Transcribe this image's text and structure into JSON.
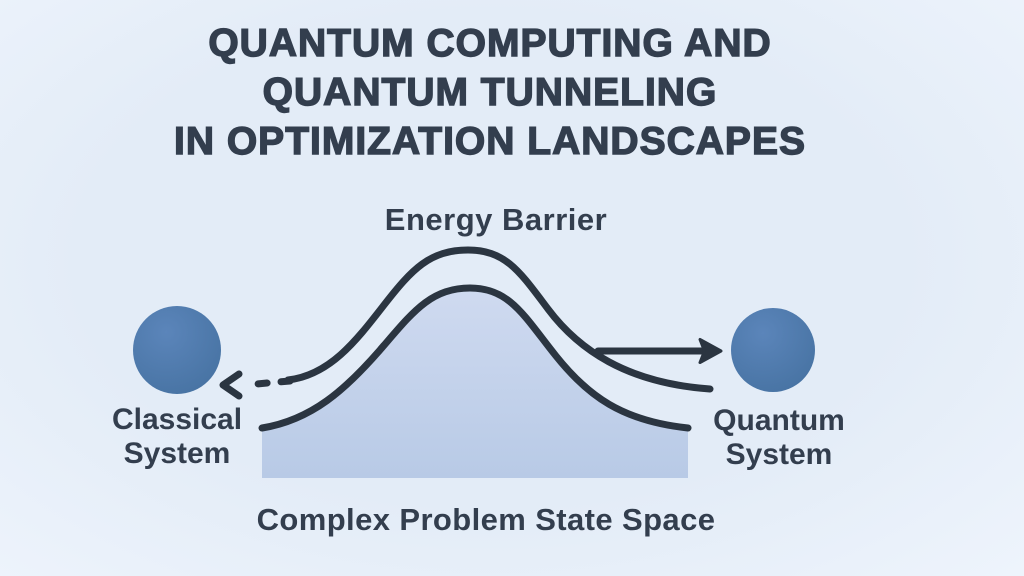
{
  "colors": {
    "bg-center": "#e3ecf7",
    "bg-edge": "#eef4fc",
    "ink": "#333e4e",
    "line": "#2b3541",
    "node-top": "#5b85ba",
    "node-bottom": "#44709f",
    "hill-top": "#cfdaf0",
    "hill-bottom": "#b8cae6"
  },
  "title": {
    "lines": [
      "QUANTUM COMPUTING AND",
      "QUANTUM TUNNELING",
      "IN OPTIMIZATION LANDSCAPES"
    ]
  },
  "diagram": {
    "energy_barrier_label": "Energy Barrier",
    "classical_system_label": "Classical System",
    "quantum_system_label": "Quantum System",
    "state_space_label": "Complex Problem State Space"
  }
}
